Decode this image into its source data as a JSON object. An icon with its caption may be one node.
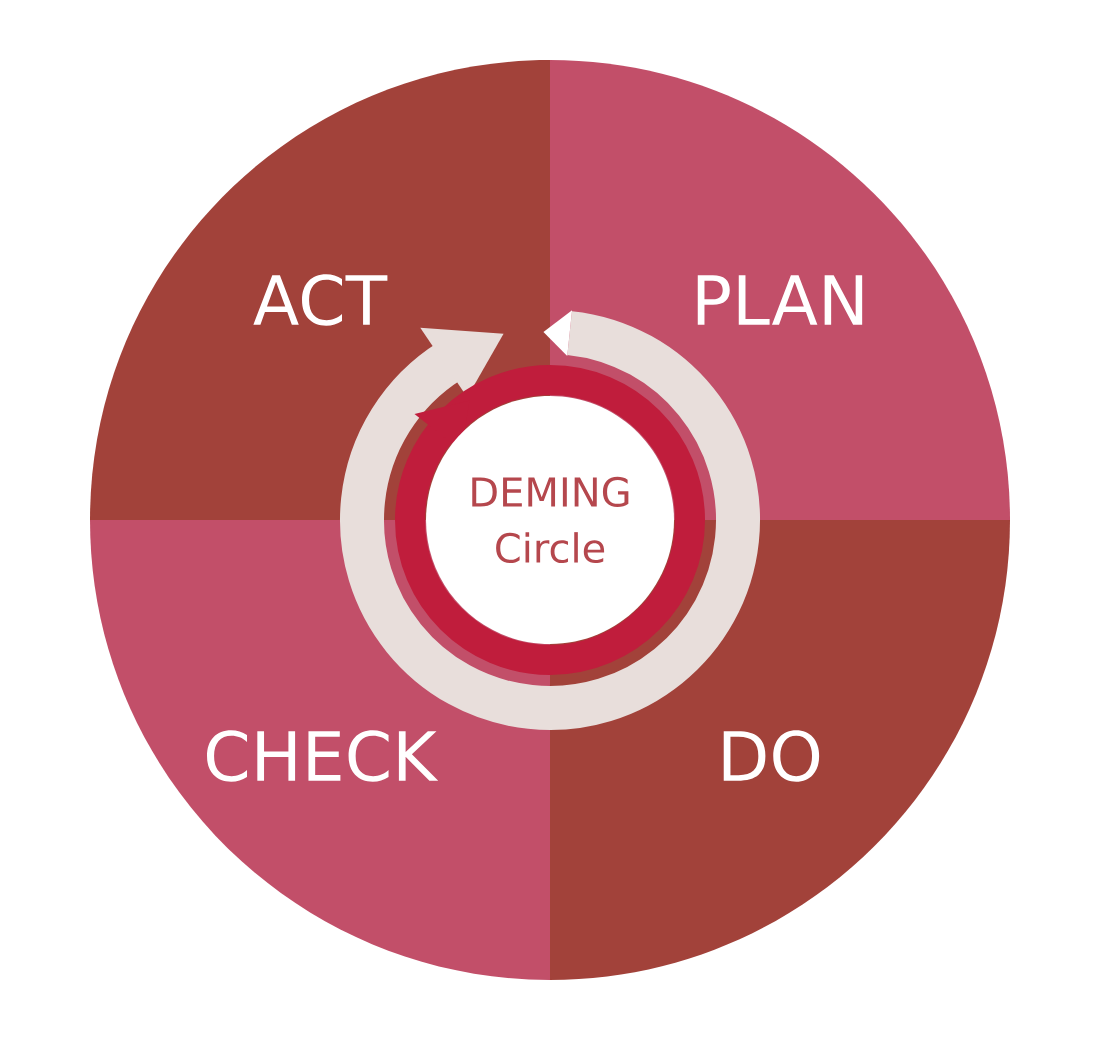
{
  "diagram": {
    "nodes": [
      {
        "text": [
          "ACT"
        ]
      },
      {
        "text": [
          "PLAN"
        ]
      },
      {
        "text": [
          "DEMING Circle"
        ]
      },
      {
        "text": [
          "CHECK"
        ]
      },
      {
        "text": [
          "DO"
        ]
      }
    ]
  }
}
